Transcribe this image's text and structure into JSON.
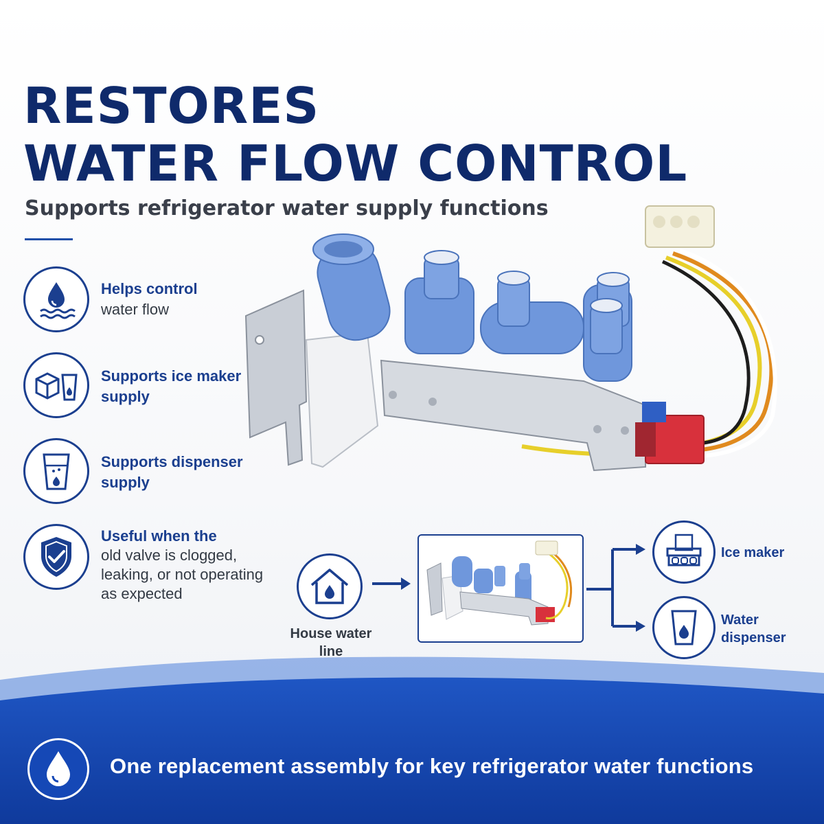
{
  "headline": {
    "line1": "RESTORES",
    "line2": "WATER FLOW CONTROL"
  },
  "subheadline": "Supports refrigerator water supply functions",
  "features": [
    {
      "icon": "water-drop-waves-icon",
      "strong": "Helps control",
      "light": "water flow"
    },
    {
      "icon": "ice-cube-glass-icon",
      "strong": "Supports ice maker supply",
      "light": ""
    },
    {
      "icon": "water-glass-icon",
      "strong": "Supports dispenser supply",
      "light": ""
    },
    {
      "icon": "shield-check-icon",
      "strong": "Useful when the",
      "light": "old valve is clogged, leaking, or not operating as expected"
    }
  ],
  "flow": {
    "source_label": "House water line",
    "outputs": [
      {
        "label": "Ice maker",
        "icon": "ice-maker-icon"
      },
      {
        "label": "Water dispenser",
        "icon": "water-dispenser-icon"
      }
    ]
  },
  "footer": {
    "text": "One replacement assembly for key refrigerator water functions"
  },
  "colors": {
    "navy": "#0f2a6b",
    "accent": "#1b3f8f",
    "footer_blue": "#1548b6",
    "valve_blue": "#6f97dc",
    "connector_red": "#d8313c"
  }
}
